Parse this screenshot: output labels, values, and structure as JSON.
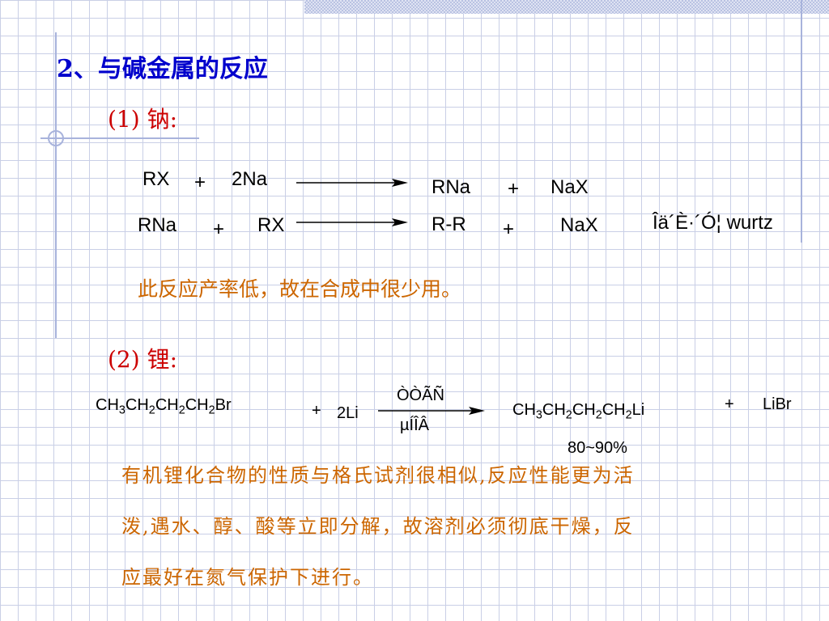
{
  "heading": "2、与碱金属的反应",
  "sodium": {
    "label": "(1) 钠:",
    "eq1": {
      "reactant1": "RX",
      "plus1": "+",
      "reactant2": "2Na",
      "product1": "RNa",
      "plus2": "+",
      "product2": "NaX"
    },
    "eq2": {
      "reactant1": "RNa",
      "plus1": "+",
      "reactant2": "RX",
      "product1": "R-R",
      "plus2": "+",
      "product2": "NaX",
      "side_label": "Îä´È·´Ó¦ wurtz"
    },
    "note": "此反应产率低，故在合成中很少用。"
  },
  "lithium": {
    "label": "(2) 锂:",
    "eq": {
      "reactant1": {
        "p1": "CH",
        "s1": "3",
        "p2": "CH",
        "s2": "2",
        "p3": "CH",
        "s3": "2",
        "p4": "CH",
        "s4": "2",
        "p5": "Br"
      },
      "plus1": "+",
      "reactant2": "2Li",
      "above_arrow": "ÒÒÃÑ",
      "below_arrow": "µÍÎÂ",
      "product1": {
        "p1": "CH",
        "s1": "3",
        "p2": "CH",
        "s2": "2",
        "p3": "CH",
        "s3": "2",
        "p4": "CH",
        "s4": "2",
        "p5": "Li"
      },
      "plus2": "+",
      "product2": "LiBr",
      "yield": "80~90%"
    },
    "paragraph": {
      "line1": "有机锂化合物的性质与格氏试剂很相似,反应性能更为活",
      "line2": "泼,遇水、醇、酸等立即分解，故溶剂必须彻底干燥，反",
      "line3": "应最好在氮气保护下进行。"
    }
  },
  "colors": {
    "heading": "#0000cc",
    "label": "#cc0000",
    "note": "#cc6600",
    "grid": "#c9cfe6",
    "decor": "#a8b3dc"
  }
}
